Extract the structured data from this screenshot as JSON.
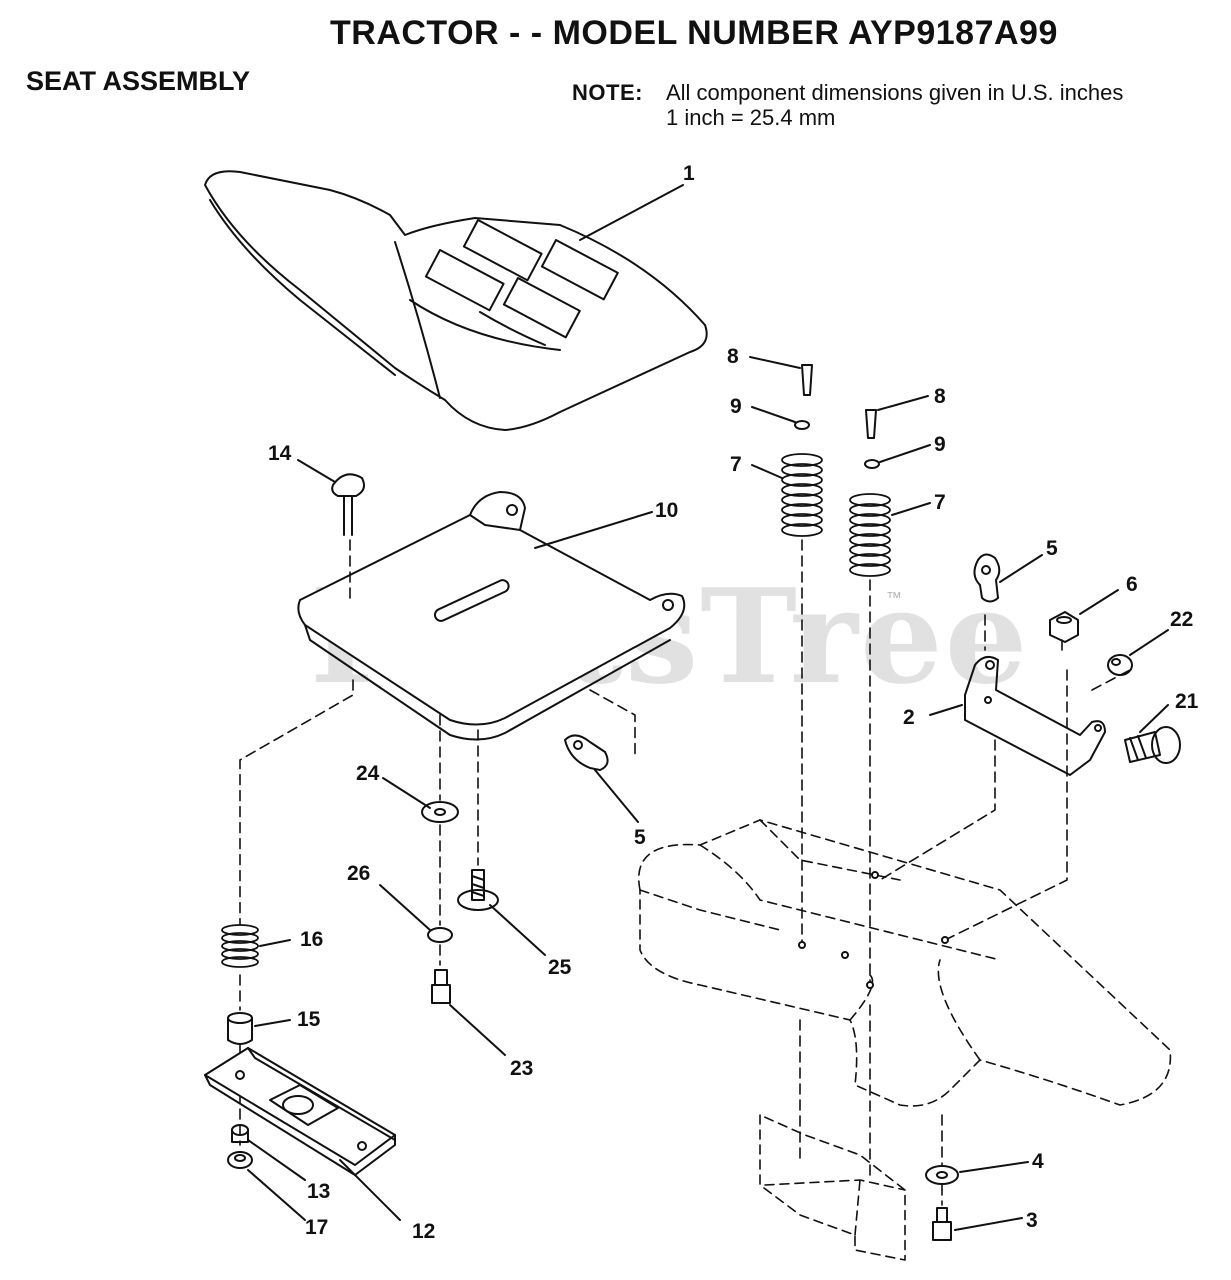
{
  "header": {
    "title": "TRACTOR - - MODEL NUMBER AYP9187A99",
    "subtitle": "SEAT ASSEMBLY"
  },
  "note": {
    "label": "NOTE:",
    "line1": "All component dimensions given in U.S. inches",
    "line2": "1 inch = 25.4 mm"
  },
  "watermark": {
    "text": "PartsTree",
    "trademark": "™"
  },
  "callouts": {
    "c1": "1",
    "c8a": "8",
    "c8b": "8",
    "c9a": "9",
    "c9b": "9",
    "c7a": "7",
    "c7b": "7",
    "c14": "14",
    "c10": "10",
    "c5a": "5",
    "c5b": "5",
    "c6": "6",
    "c22": "22",
    "c2": "2",
    "c21": "21",
    "c24": "24",
    "c26": "26",
    "c25": "25",
    "c16": "16",
    "c15": "15",
    "c23": "23",
    "c13": "13",
    "c17": "17",
    "c12": "12",
    "c4": "4",
    "c3": "3"
  }
}
